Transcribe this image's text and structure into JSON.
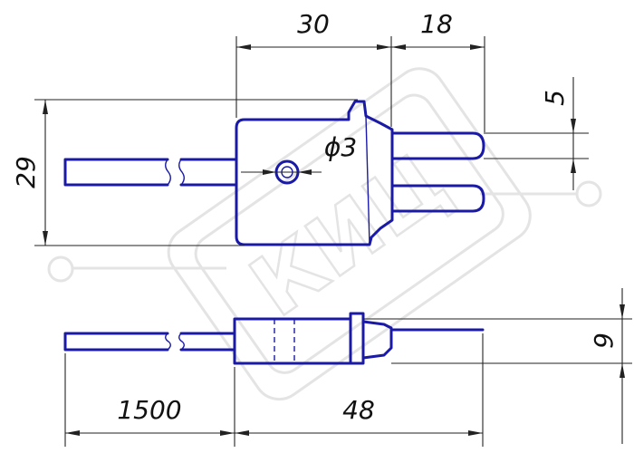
{
  "drawing": {
    "dimensions": {
      "top_width_body": "30",
      "top_width_pins": "18",
      "pin_gap": "5",
      "height_total": "29",
      "hole_diameter": "ϕ3",
      "side_height": "9",
      "cable_length": "1500",
      "side_length": "48"
    },
    "watermark": {
      "text": "КИЦ"
    }
  },
  "colors": {
    "part_outline": "#1a1aa6",
    "dimension_lines": "#222222",
    "watermark": "#e4e4e4",
    "background": "#ffffff"
  }
}
